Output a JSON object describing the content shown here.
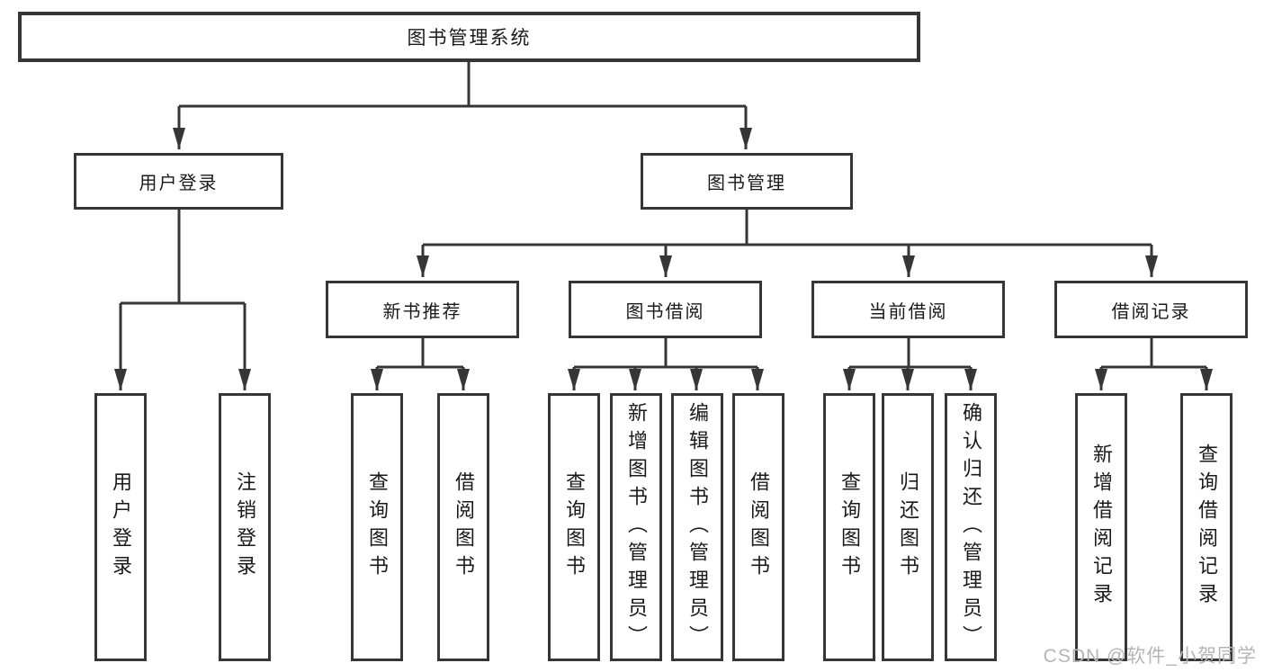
{
  "diagram_title": "图书管理系统",
  "tree": {
    "root": "图书管理系统",
    "children": [
      {
        "label": "用户登录",
        "children": [
          "用户登录",
          "注销登录"
        ]
      },
      {
        "label": "图书管理",
        "children": [
          {
            "label": "新书推荐",
            "children": [
              "查询图书",
              "借阅图书"
            ]
          },
          {
            "label": "图书借阅",
            "children": [
              "查询图书",
              "新增图书（管理员）",
              "编辑图书（管理员）",
              "借阅图书"
            ]
          },
          {
            "label": "当前借阅",
            "children": [
              "查询图书",
              "归还图书",
              "确认归还（管理员）"
            ]
          },
          {
            "label": "借阅记录",
            "children": [
              "新增借阅记录",
              "查询借阅记录"
            ]
          }
        ]
      }
    ]
  },
  "watermark": "CSDN @软件_小贺同学",
  "colors": {
    "line": "#363636",
    "box_border": "#363636",
    "text": "#1a1a1a",
    "watermark": "#b5b5b5",
    "background": "#ffffff"
  }
}
